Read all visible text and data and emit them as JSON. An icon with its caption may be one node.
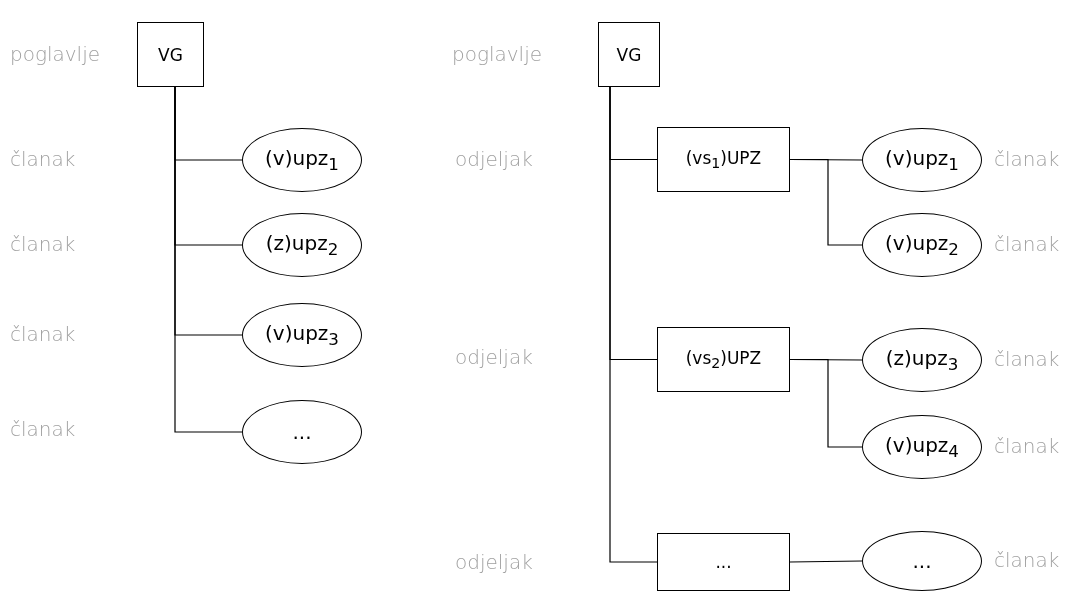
{
  "diagram": {
    "nodes": [
      {
        "text": [
          "VG"
        ]
      },
      {
        "text": [
          "(v)upz$_{1}$"
        ]
      },
      {
        "text": [
          "(z)upz$_{2}$"
        ]
      },
      {
        "text": [
          "(v)upz$_{3}$"
        ]
      },
      {
        "text": [
          "..."
        ]
      },
      {
        "text": [
          "VG"
        ]
      },
      {
        "text": [
          "(vs$_{1}$)UPZ"
        ]
      },
      {
        "text": [
          "(v)upz$_{1}$"
        ],
        "beside": [
          "članak"
        ]
      },
      {
        "text": [
          "(v)upz$_{2}$"
        ],
        "beside": [
          "članak"
        ]
      },
      {
        "text": [
          "(vs$_{2}$)UPZ"
        ]
      },
      {
        "text": [
          "(z)upz$_{3}$"
        ],
        "beside": [
          "članak"
        ]
      },
      {
        "text": [
          "(v)upz$_{4}$"
        ],
        "beside": [
          "članak"
        ]
      },
      {
        "text": [
          "..."
        ]
      },
      {
        "text": [
          "..."
        ],
        "beside": [
          "članak"
        ]
      }
    ],
    "edges": [
      {
        "from": 0,
        "to": 1,
        "arrow": "none"
      },
      {
        "from": 0,
        "to": 2,
        "arrow": "none"
      },
      {
        "from": 0,
        "to": 3,
        "arrow": "none"
      },
      {
        "from": 0,
        "to": 4,
        "arrow": "none"
      },
      {
        "from": 5,
        "to": 6,
        "arrow": "none"
      },
      {
        "from": 6,
        "to": 7,
        "arrow": "none"
      },
      {
        "from": 6,
        "to": 8,
        "arrow": "none"
      },
      {
        "from": 5,
        "to": 9,
        "arrow": "none"
      },
      {
        "from": 9,
        "to": 10,
        "arrow": "none"
      },
      {
        "from": 9,
        "to": 11,
        "arrow": "none"
      },
      {
        "from": 5,
        "to": 12,
        "arrow": "none"
      },
      {
        "from": 12,
        "to": 13,
        "arrow": "none"
      }
    ],
    "labels": [
      "poglavlje",
      "članak",
      "članak",
      "članak",
      "članak",
      "poglavlje",
      "odjeljak",
      "odjeljak",
      "odjeljak"
    ]
  }
}
